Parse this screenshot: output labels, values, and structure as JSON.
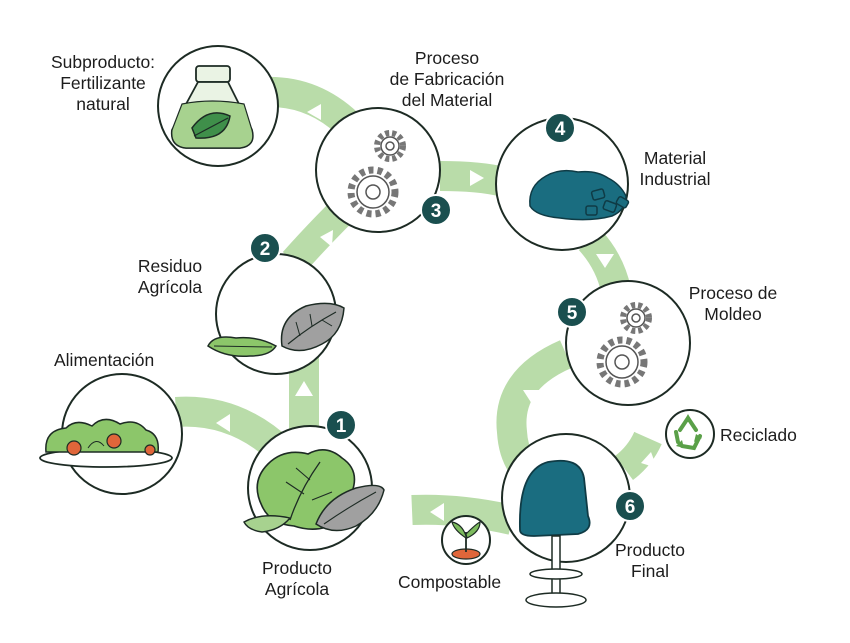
{
  "palette": {
    "band": "#b9dca9",
    "band_arrow": "#ffffff",
    "circle_stroke": "#1d2b24",
    "badge_fill": "#1a4f4f",
    "badge_text": "#ffffff",
    "product_teal": "#1a6d80",
    "leaf_green": "#7dbb5e",
    "gear_gray": "#9a9a9a"
  },
  "steps": [
    {
      "number": "1",
      "label_lines": [
        "Producto",
        "Agrícola"
      ],
      "icon": "lettuce-icon"
    },
    {
      "number": "2",
      "label_lines": [
        "Residuo",
        "Agrícola"
      ],
      "icon": "agricultural-waste-icon"
    },
    {
      "number": "3",
      "label_lines": [
        "Proceso",
        "de Fabricación",
        "del Material"
      ],
      "icon": "gears-icon"
    },
    {
      "number": "4",
      "label_lines": [
        "Material",
        "Industrial"
      ],
      "icon": "industrial-material-icon"
    },
    {
      "number": "5",
      "label_lines": [
        "Proceso de",
        "Moldeo"
      ],
      "icon": "gears-icon"
    },
    {
      "number": "6",
      "label_lines": [
        "Producto",
        "Final"
      ],
      "icon": "bar-stool-icon"
    }
  ],
  "branches": {
    "food": {
      "label": "Alimentación",
      "icon": "salad-plate-icon"
    },
    "byproduct": {
      "label_lines": [
        "Subproducto:",
        "Fertilizante",
        "natural"
      ],
      "icon": "fertilizer-jar-icon"
    },
    "recycling": {
      "label": "Reciclado",
      "icon": "recycle-icon"
    },
    "compost": {
      "label": "Compostable",
      "icon": "sprout-icon"
    }
  }
}
